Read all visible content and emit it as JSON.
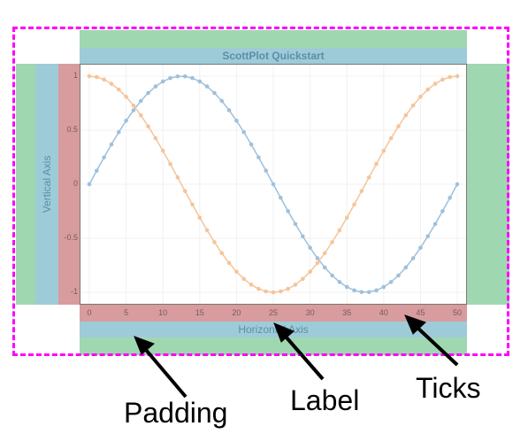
{
  "title": "ScottPlot Quickstart",
  "xlabel": "Horizontal Axis",
  "ylabel": "Vertical Axis",
  "captions": {
    "padding": "Padding",
    "label": "Label",
    "ticks": "Ticks"
  },
  "colors": {
    "padding": "#9fd8b0",
    "label": "#9ecbd8",
    "ticks": "#d89c9e",
    "border": "#ff00ff",
    "series_sin": "#9ec0dc",
    "series_cos": "#f5c49a"
  },
  "chart_data": {
    "type": "line",
    "xlim": [
      0,
      50
    ],
    "ylim": [
      -1,
      1
    ],
    "xticks": [
      "0",
      "5",
      "10",
      "15",
      "20",
      "25",
      "30",
      "35",
      "40",
      "45",
      "50"
    ],
    "yticks": [
      "1",
      "0.5",
      "0",
      "-0.5",
      "-1"
    ],
    "grid": true,
    "series": [
      {
        "function": "sin(2*pi*x/50)",
        "color": "#9ec0dc",
        "points": 51
      },
      {
        "function": "cos(2*pi*x/50)",
        "color": "#f5c49a",
        "points": 51
      }
    ]
  }
}
